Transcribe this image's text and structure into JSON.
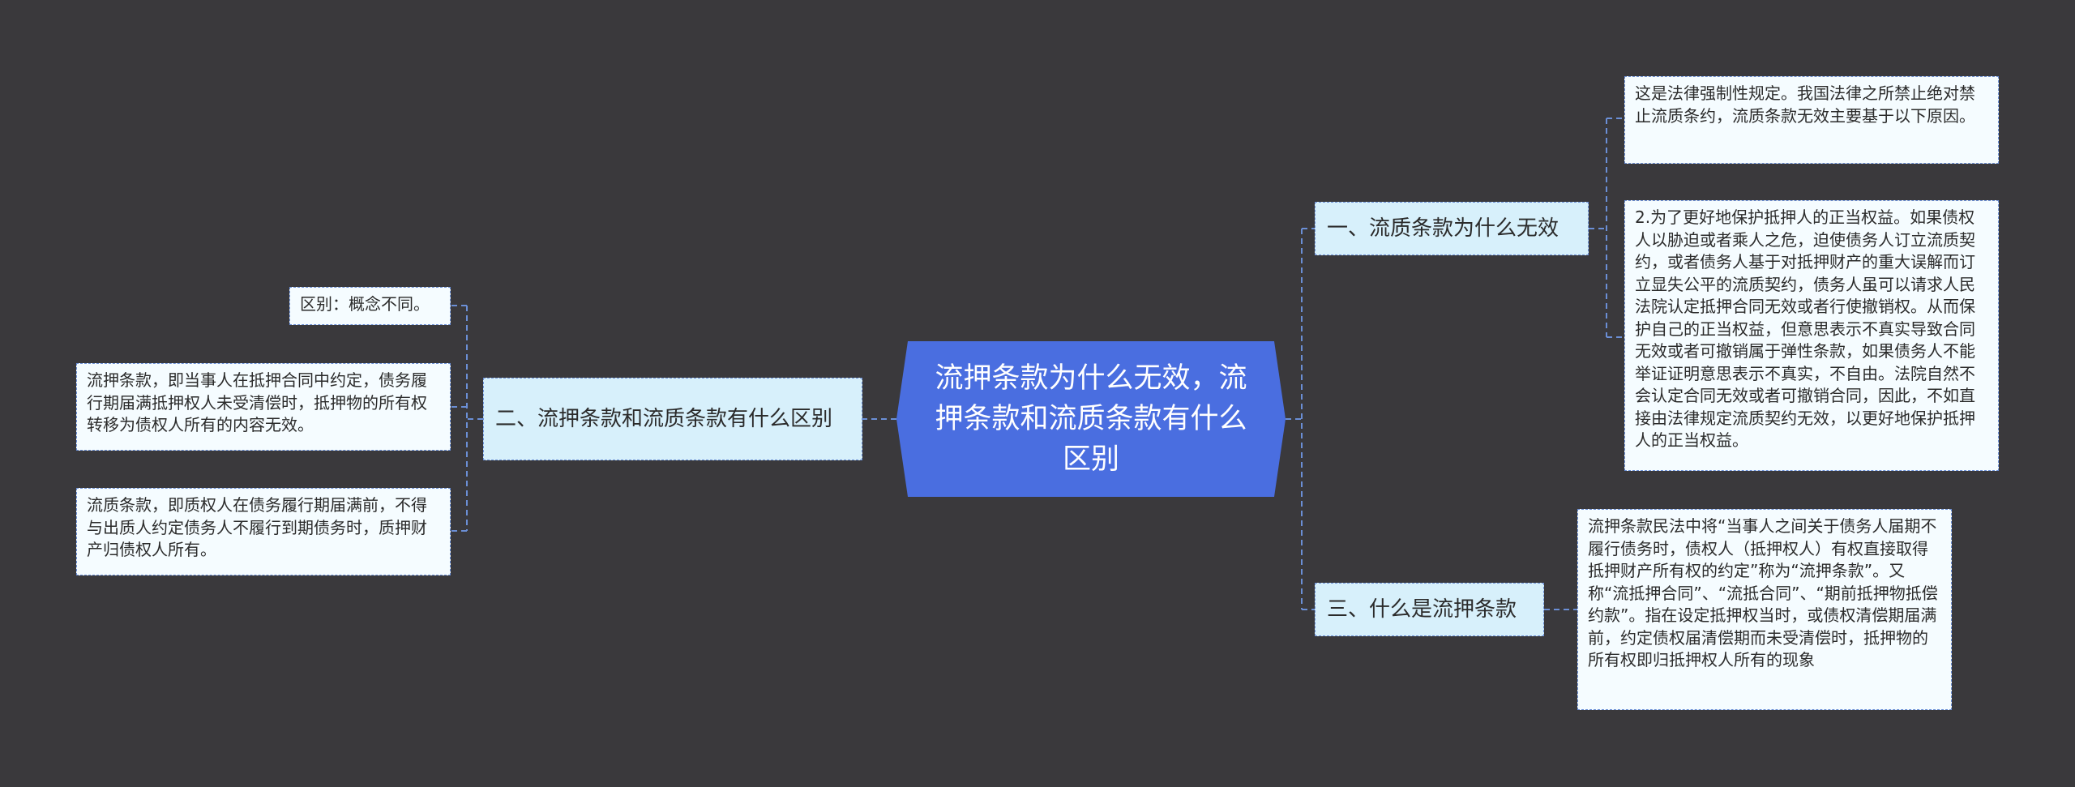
{
  "central": {
    "title": "流押条款为什么无效，流押条款和流质条款有什么区别"
  },
  "branches": {
    "b1": {
      "title": "一、流质条款为什么无效"
    },
    "b2": {
      "title": "二、流押条款和流质条款有什么区别"
    },
    "b3": {
      "title": "三、什么是流押条款"
    }
  },
  "leaves": {
    "b1_l1": "这是法律强制性规定。我国法律之所禁止绝对禁止流质条约，流质条款无效主要基于以下原因。",
    "b1_l2": "2.为了更好地保护抵押人的正当权益。如果债权人以胁迫或者乘人之危，迫使债务人订立流质契约，或者债务人基于对抵押财产的重大误解而订立显失公平的流质契约，债务人虽可以请求人民法院认定抵押合同无效或者行使撤销权。从而保护自己的正当权益，但意思表示不真实导致合同无效或者可撤销属于弹性条款，如果债务人不能举证证明意思表示不真实，不自由。法院自然不会认定合同无效或者可撤销合同，因此，不如直接由法律规定流质契约无效，以更好地保护抵押人的正当权益。",
    "b2_l1": "区别：概念不同。",
    "b2_l2": "流押条款，即当事人在抵押合同中约定，债务履行期届满抵押权人未受清偿时，抵押物的所有权转移为债权人所有的内容无效。",
    "b2_l3": "流质条款，即质权人在债务履行期届满前，不得与出质人约定债务人不履行到期债务时，质押财产归债权人所有。",
    "b3_l1": "流押条款民法中将“当事人之间关于债务人届期不履行债务时，债权人（抵押权人）有权直接取得抵押财产所有权的约定”称为“流押条款”。又称“流抵押合同”、“流抵合同”、“期前抵押物抵偿约款”。指在设定抵押权当时，或债权清偿期届满前，约定债权届清偿期而未受清偿时，抵押物的所有权即归抵押权人所有的现象"
  },
  "colors": {
    "background": "#3a393c",
    "central_fill": "#4a6ee0",
    "branch_fill": "#d7f0fb",
    "leaf_fill": "#f5fcff",
    "connector": "#6b8fd6"
  }
}
